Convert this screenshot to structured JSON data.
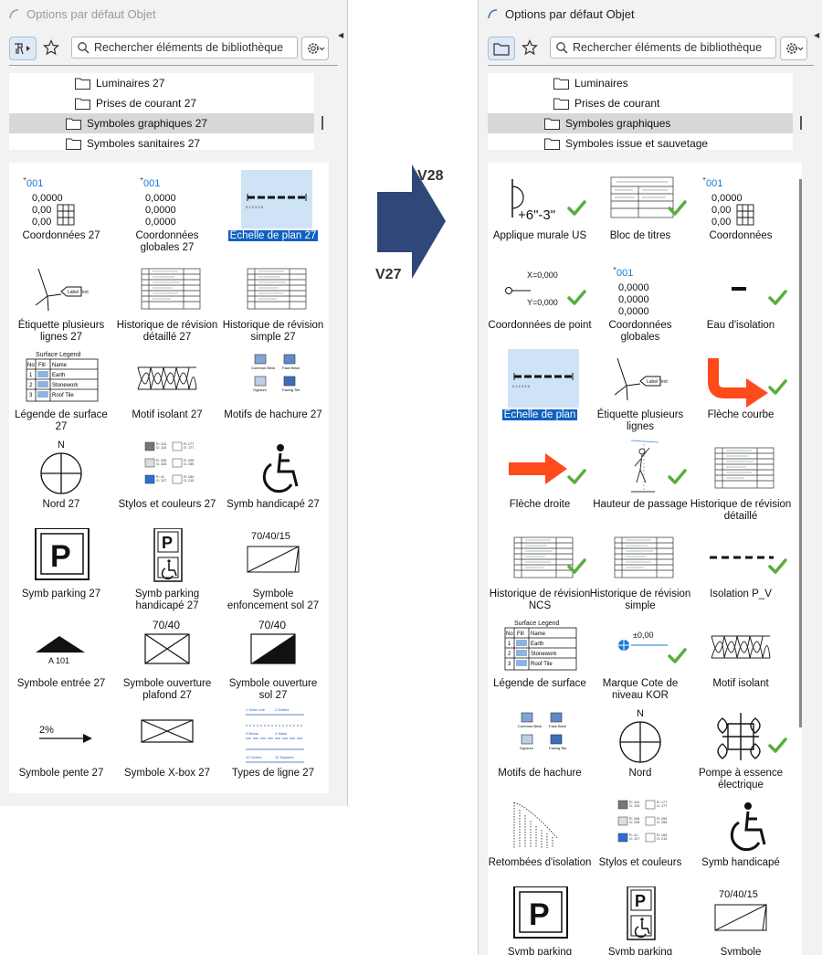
{
  "left": {
    "title": "Options par défaut Objet",
    "search_placeholder": "Rechercher éléments de bibliothèque",
    "tree": [
      {
        "label": "Luminaires 27",
        "indent": 1,
        "selected": false
      },
      {
        "label": "Prises de courant 27",
        "indent": 1,
        "selected": false
      },
      {
        "label": "Symboles graphiques 27",
        "indent": 0,
        "selected": true
      },
      {
        "label": "Symboles sanitaires 27",
        "indent": 0,
        "selected": false
      }
    ],
    "items": [
      {
        "label": "Coordonnées 27",
        "icon": "coordinates-icon"
      },
      {
        "label": "Coordonnées globales 27",
        "icon": "global-coordinates-icon"
      },
      {
        "label": "Echelle de plan 27",
        "icon": "scale-bar-icon",
        "selected": true
      },
      {
        "label": "Étiquette plusieurs lignes 27",
        "icon": "multiline-label-icon"
      },
      {
        "label": "Historique de révision détaillé 27",
        "icon": "revision-table-icon"
      },
      {
        "label": "Historique de révision simple 27",
        "icon": "revision-table-icon"
      },
      {
        "label": "Légende de surface 27",
        "icon": "surface-legend-icon"
      },
      {
        "label": "Motif isolant 27",
        "icon": "insulation-pattern-icon"
      },
      {
        "label": "Motifs de hachure 27",
        "icon": "hatch-patterns-icon"
      },
      {
        "label": "Nord 27",
        "icon": "north-icon"
      },
      {
        "label": "Stylos et couleurs 27",
        "icon": "pens-colors-icon"
      },
      {
        "label": "Symb handicapé 27",
        "icon": "wheelchair-icon"
      },
      {
        "label": "Symb parking 27",
        "icon": "parking-icon"
      },
      {
        "label": "Symb parking handicapé 27",
        "icon": "parking-disabled-icon"
      },
      {
        "label": "Symbole enfoncement sol 27",
        "icon": "floor-recess-icon"
      },
      {
        "label": "Symbole entrée 27",
        "icon": "entrance-icon"
      },
      {
        "label": "Symbole ouverture plafond 27",
        "icon": "ceiling-opening-icon"
      },
      {
        "label": "Symbole ouverture sol 27",
        "icon": "floor-opening-icon"
      },
      {
        "label": "Symbole pente 27",
        "icon": "slope-icon"
      },
      {
        "label": "Symbole X-box 27",
        "icon": "x-box-icon"
      },
      {
        "label": "Types de ligne 27",
        "icon": "line-types-icon"
      }
    ]
  },
  "right": {
    "title": "Options par défaut Objet",
    "search_placeholder": "Rechercher éléments de bibliothèque",
    "tree": [
      {
        "label": "Luminaires",
        "indent": 1,
        "selected": false
      },
      {
        "label": "Prises de courant",
        "indent": 1,
        "selected": false
      },
      {
        "label": "Symboles graphiques",
        "indent": 0,
        "selected": true
      },
      {
        "label": "Symboles issue et sauvetage",
        "indent": 0,
        "selected": false
      }
    ],
    "items": [
      {
        "label": "Applique murale US",
        "icon": "wall-sconce-icon",
        "new": true
      },
      {
        "label": "Bloc de titres",
        "icon": "title-block-icon",
        "new": true
      },
      {
        "label": "Coordonnées",
        "icon": "coordinates-icon"
      },
      {
        "label": "Coordonnées de point",
        "icon": "point-coordinates-icon",
        "new": true
      },
      {
        "label": "Coordonnées globales",
        "icon": "global-coordinates-icon"
      },
      {
        "label": "Eau d'isolation",
        "icon": "insulation-water-icon",
        "new": true
      },
      {
        "label": "Echelle de plan",
        "icon": "scale-bar-icon",
        "selected": true
      },
      {
        "label": "Étiquette plusieurs lignes",
        "icon": "multiline-label-icon"
      },
      {
        "label": "Flèche courbe",
        "icon": "curved-arrow-icon",
        "new": true
      },
      {
        "label": "Flèche droite",
        "icon": "straight-arrow-icon",
        "new": true
      },
      {
        "label": "Hauteur de passage",
        "icon": "headroom-icon",
        "new": true
      },
      {
        "label": "Historique de révision détaillé",
        "icon": "revision-table-icon"
      },
      {
        "label": "Historique de révision NCS",
        "icon": "revision-table-icon",
        "new": true
      },
      {
        "label": "Historique de révision simple",
        "icon": "revision-table-icon"
      },
      {
        "label": "Isolation P_V",
        "icon": "dashed-line-icon",
        "new": true
      },
      {
        "label": "Légende de surface",
        "icon": "surface-legend-icon"
      },
      {
        "label": "Marque Cote de niveau KOR",
        "icon": "level-mark-icon",
        "new": true
      },
      {
        "label": "Motif isolant",
        "icon": "insulation-pattern-icon"
      },
      {
        "label": "Motifs de hachure",
        "icon": "hatch-patterns-icon"
      },
      {
        "label": "Nord",
        "icon": "north-icon"
      },
      {
        "label": "Pompe à essence électrique",
        "icon": "ev-charger-icon",
        "new": true
      },
      {
        "label": "Retombées d'isolation",
        "icon": "insulation-drops-icon"
      },
      {
        "label": "Stylos et couleurs",
        "icon": "pens-colors-icon"
      },
      {
        "label": "Symb handicapé",
        "icon": "wheelchair-icon"
      },
      {
        "label": "Symb parking",
        "icon": "parking-icon"
      },
      {
        "label": "Symb parking",
        "icon": "parking-disabled-icon"
      },
      {
        "label": "Symbole",
        "icon": "floor-recess-icon"
      }
    ]
  },
  "version_labels": {
    "new": "V28",
    "old": "V27"
  },
  "colors": {
    "accent": "#1060c0",
    "arrow": "#2f4879",
    "check": "#5aae3c",
    "red_arrow": "#ff4a1c",
    "coord_blue": "#1a7ad4"
  }
}
